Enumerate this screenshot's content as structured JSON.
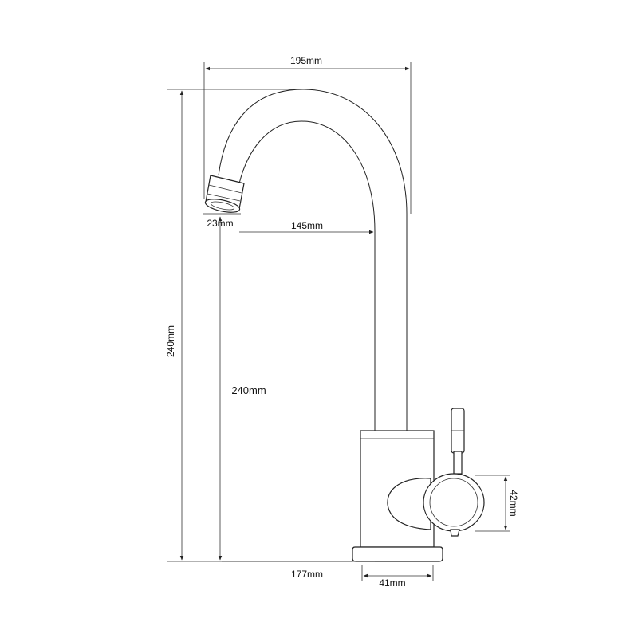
{
  "dimensions": {
    "top_width": "195mm",
    "spout_reach": "145mm",
    "aerator_diameter": "23mm",
    "total_height": "240mm",
    "spout_height": "240mm",
    "base_to_center": "177mm",
    "base_width": "41mm",
    "handle_diameter": "42mm"
  },
  "colors": {
    "line": "#222222",
    "background": "#ffffff"
  }
}
